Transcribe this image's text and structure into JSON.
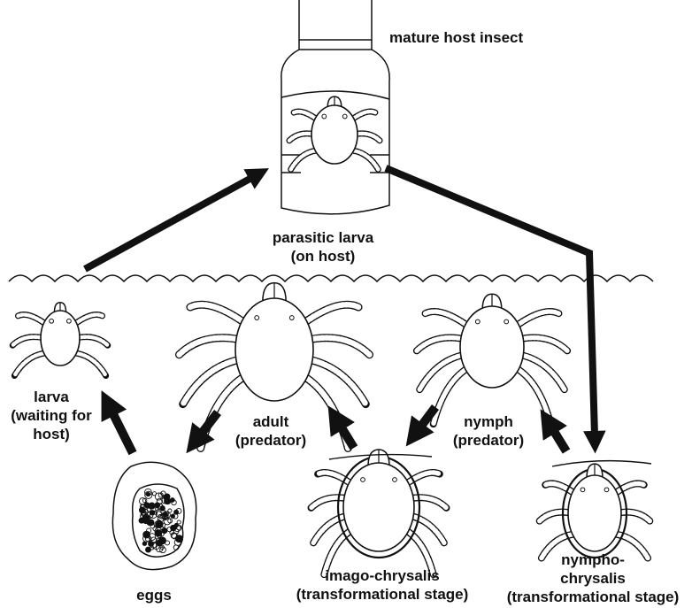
{
  "labels": {
    "mature_host": [
      "mature host insect"
    ],
    "parasitic_larva": [
      "parasitic larva",
      "(on host)"
    ],
    "larva": [
      "larva",
      "(waiting for",
      "host)"
    ],
    "adult": [
      "adult",
      "(predator)"
    ],
    "nymph": [
      "nymph",
      "(predator)"
    ],
    "eggs": [
      "eggs"
    ],
    "imago_chrysalis": [
      "imago-chrysalis",
      "(transformational stage)"
    ],
    "nympho_chrysalis": [
      "nympho-",
      "chrysalis",
      "(transformational stage)"
    ]
  },
  "colors": {
    "ink": "#111111",
    "paper": "#ffffff"
  }
}
